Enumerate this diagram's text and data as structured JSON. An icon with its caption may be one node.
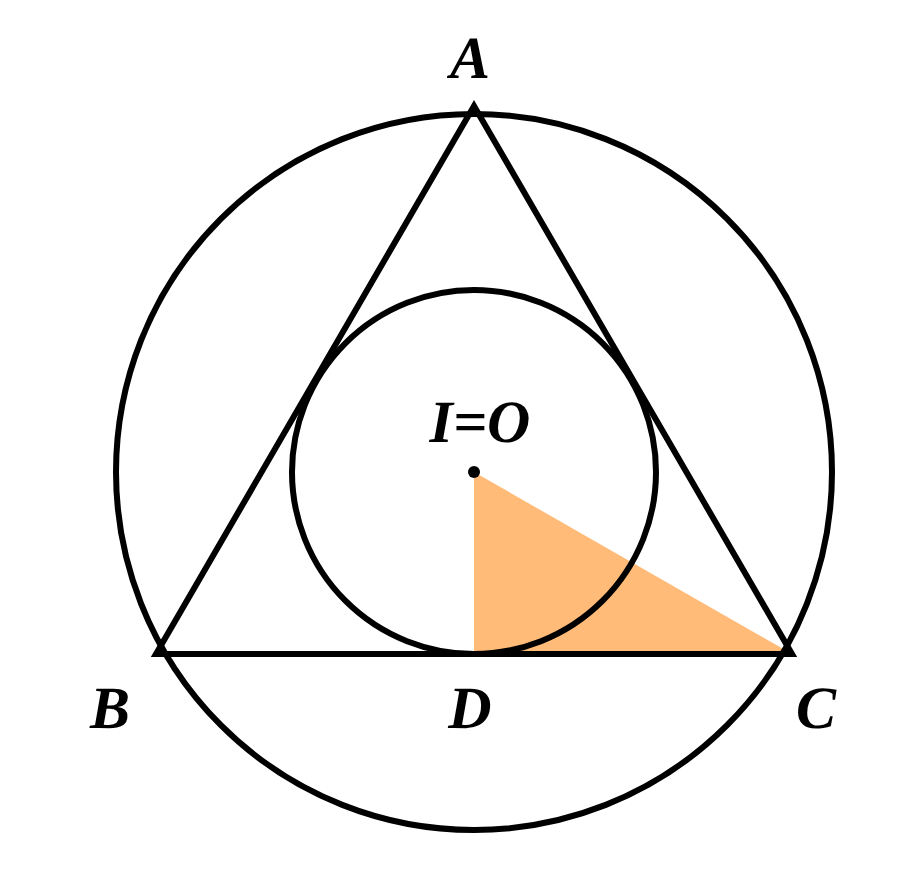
{
  "diagram": {
    "labels": [
      "A",
      "I=O",
      "B",
      "D",
      "C"
    ]
  }
}
